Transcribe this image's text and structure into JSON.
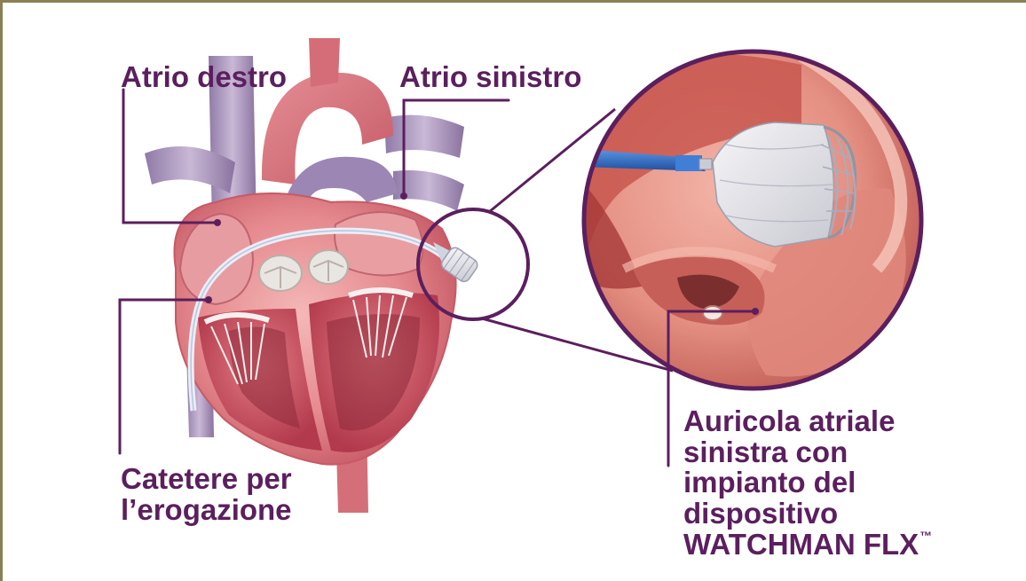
{
  "labels": {
    "right_atrium": "Atrio destro",
    "left_atrium": "Atrio sinistro",
    "catheter": [
      "Catetere per",
      "l’erogazione"
    ],
    "appendage": [
      "Auricola atriale",
      "sinistra con",
      "impianto del",
      "dispositivo",
      "WATCHMAN FLX"
    ],
    "trademark": "™"
  },
  "colors": {
    "label_text": "#5b1f5e",
    "leader_line": "#5b1f5e",
    "frame": "#8a7f55",
    "heart_tissue": "#e68a8f",
    "muscle": "#c64a58",
    "vessel": "#b4a2c4",
    "device_fabric": "#e6e6ea",
    "delivery_catheter": "#2e6ec9"
  }
}
